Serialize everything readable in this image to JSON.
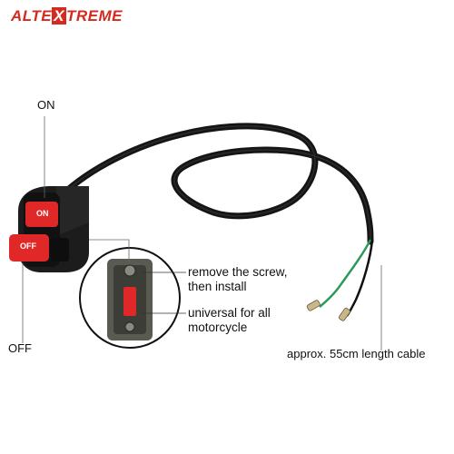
{
  "brand": {
    "logo_text": "ALTEXTREME",
    "logo_prefix": "ALTE",
    "logo_x": "X",
    "logo_suffix": "TREME",
    "logo_color": "#d42a20"
  },
  "product": {
    "switch_on_text": "ON",
    "switch_off_text": "OFF",
    "switch_button_color": "#e02828"
  },
  "labels": {
    "on": "ON",
    "off": "OFF",
    "callout_screw_line1": "remove the screw,",
    "callout_screw_line2": "then install",
    "callout_universal_line1": "universal for all",
    "callout_universal_line2": "motorcycle",
    "cable_length": "approx. 55cm length cable"
  }
}
